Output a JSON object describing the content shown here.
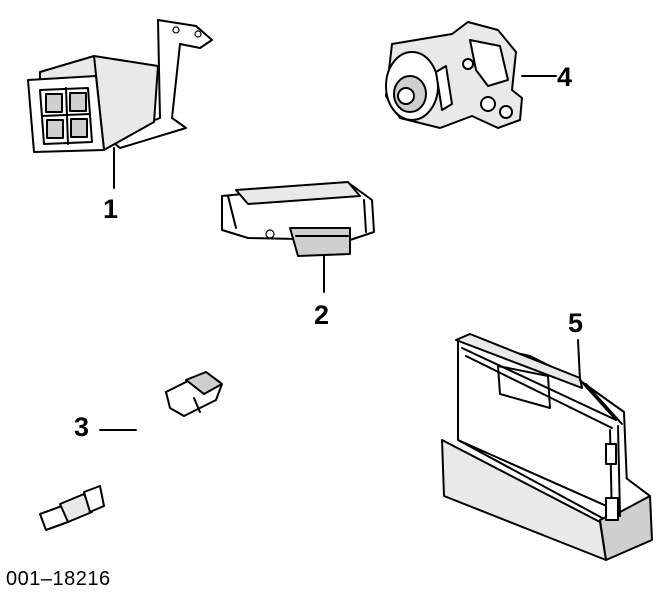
{
  "callouts": [
    {
      "id": "1",
      "label": "1"
    },
    {
      "id": "2",
      "label": "2"
    },
    {
      "id": "3",
      "label": "3"
    },
    {
      "id": "4",
      "label": "4"
    },
    {
      "id": "5",
      "label": "5"
    }
  ],
  "diagram_code": "001–18216"
}
